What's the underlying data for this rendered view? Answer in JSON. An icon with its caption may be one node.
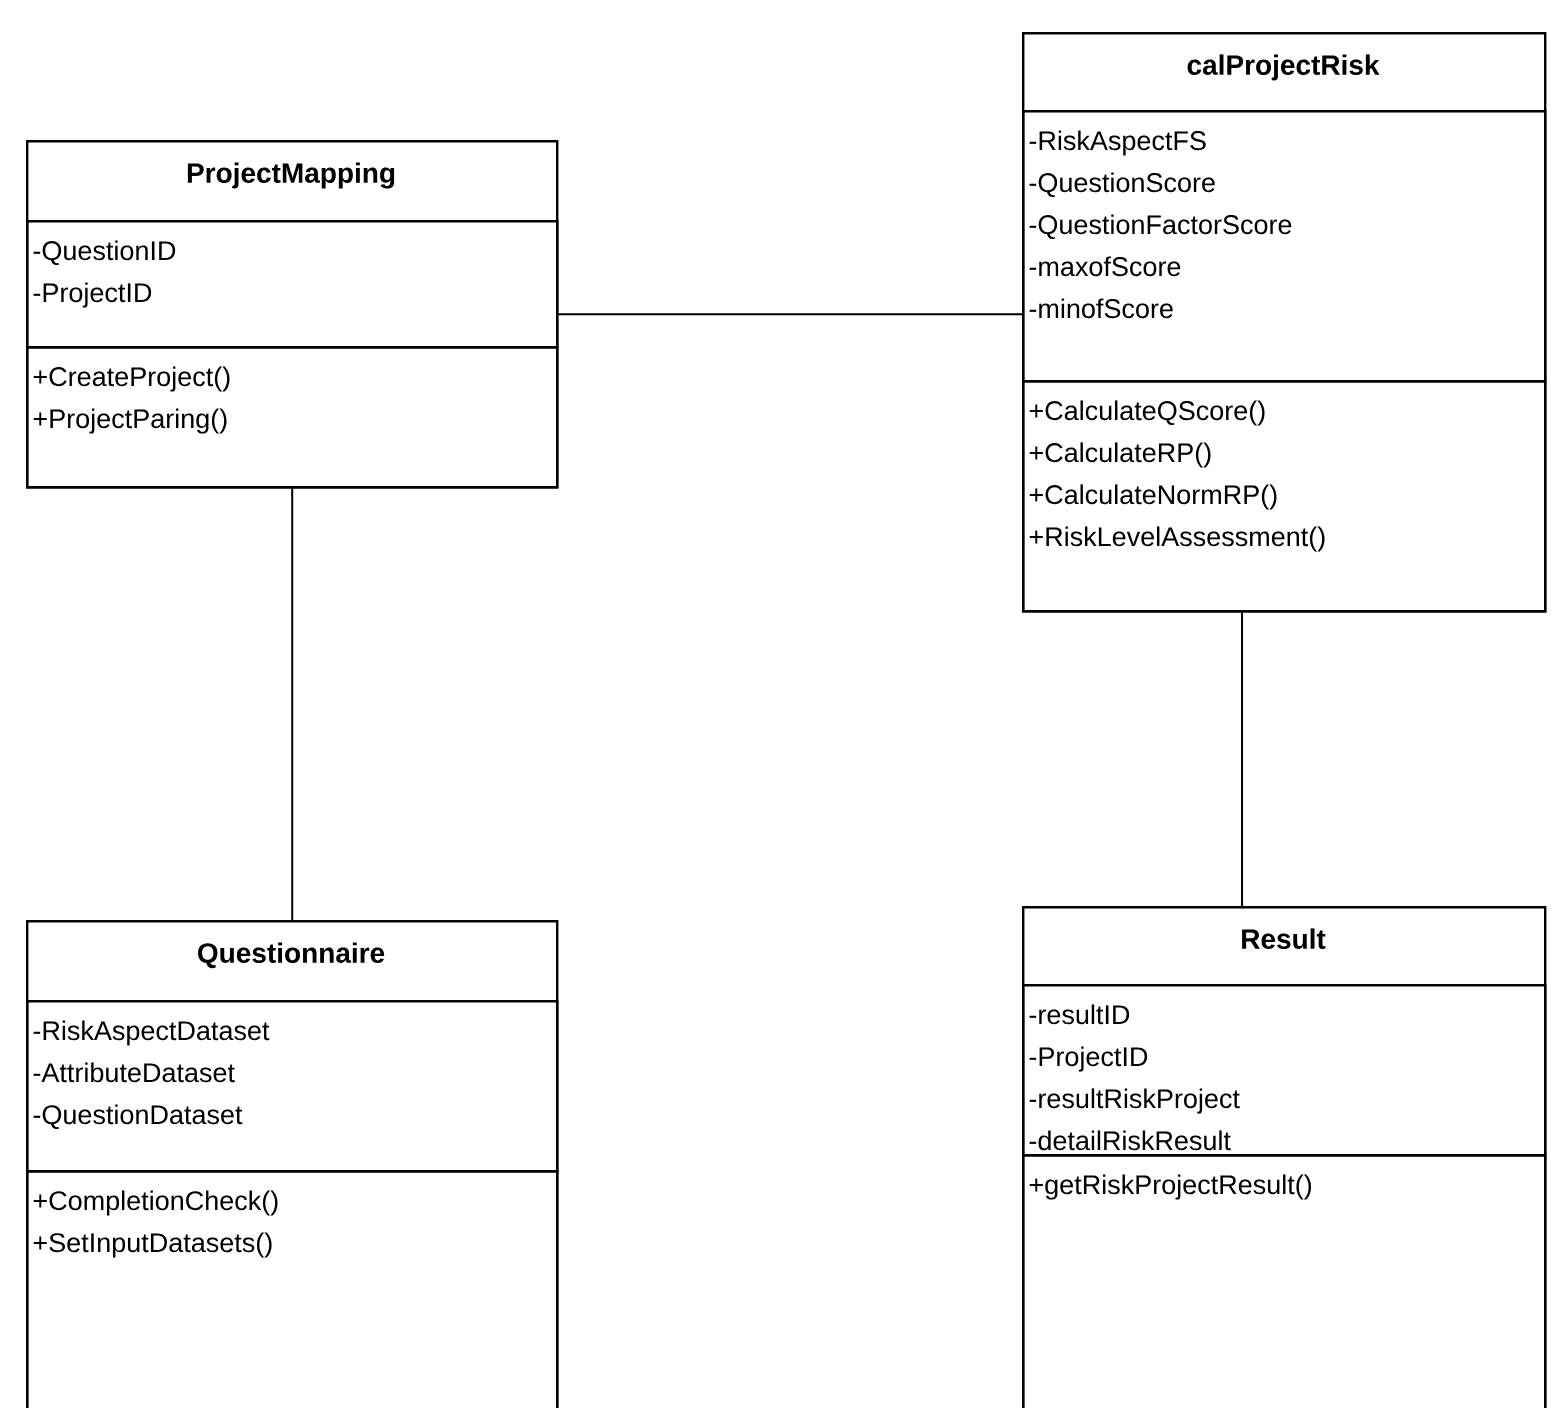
{
  "diagram": {
    "nodes": [
      {
        "text": [
          "ProjectMapping"
        ]
      },
      {
        "text": [
          "-QuestionID",
          "-ProjectID"
        ],
        "in": 0
      },
      {
        "text": [
          "+CreateProject()",
          "+ProjectParing()"
        ],
        "in": 0
      },
      {
        "text": [
          "calProjectRisk"
        ]
      },
      {
        "text": [
          "-RiskAspectFS",
          "-QuestionScore",
          "-QuestionFactorScore",
          "-maxofScore",
          "-minofScore"
        ],
        "in": 3
      },
      {
        "text": [
          "+CalculateQScore()",
          "+CalculateRP()",
          "+CalculateNormRP()",
          "+RiskLevelAssessment()"
        ],
        "in": 3
      },
      {
        "text": [
          "Questionnaire"
        ]
      },
      {
        "text": [
          "-RiskAspectDataset",
          "-AttributeDataset",
          "-QuestionDataset"
        ],
        "in": 6
      },
      {
        "text": [
          "+CompletionCheck()",
          "+SetInputDatasets()"
        ],
        "in": 6
      },
      {
        "text": [
          "Result"
        ]
      },
      {
        "text": [
          "-resultID",
          "-ProjectID",
          "-resultRiskProject",
          "-detailRiskResult"
        ],
        "in": 9
      },
      {
        "text": [
          "+getRiskProjectResult()"
        ],
        "in": 9
      }
    ],
    "edges": [
      {
        "from": 0,
        "to": 3,
        "arrow": "none"
      },
      {
        "from": 0,
        "to": 6,
        "arrow": "none"
      },
      {
        "from": 3,
        "to": 9,
        "arrow": "none"
      }
    ]
  }
}
